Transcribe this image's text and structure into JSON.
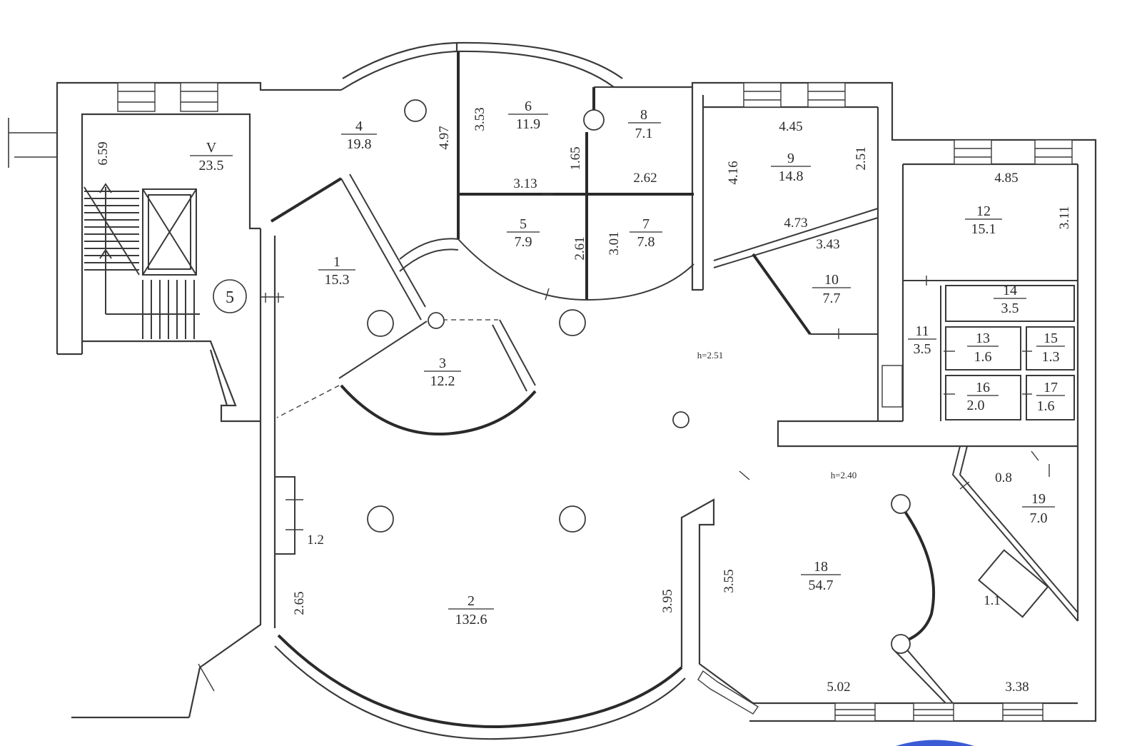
{
  "rooms": [
    {
      "id": "r1",
      "number": "1",
      "area": "15.3"
    },
    {
      "id": "r2",
      "number": "2",
      "area": "132.6"
    },
    {
      "id": "r3",
      "number": "3",
      "area": "12.2"
    },
    {
      "id": "r4",
      "number": "4",
      "area": "19.8"
    },
    {
      "id": "r5",
      "number": "5",
      "area": "7.9"
    },
    {
      "id": "r6",
      "number": "6",
      "area": "11.9"
    },
    {
      "id": "r7",
      "number": "7",
      "area": "7.8"
    },
    {
      "id": "r8",
      "number": "8",
      "area": "7.1"
    },
    {
      "id": "r9",
      "number": "9",
      "area": "14.8"
    },
    {
      "id": "r10",
      "number": "10",
      "area": "7.7"
    },
    {
      "id": "r11",
      "number": "11",
      "area": "3.5"
    },
    {
      "id": "r12",
      "number": "12",
      "area": "15.1"
    },
    {
      "id": "r13",
      "number": "13",
      "area": "1.6"
    },
    {
      "id": "r14",
      "number": "14",
      "area": "3.5"
    },
    {
      "id": "r15",
      "number": "15",
      "area": "1.3"
    },
    {
      "id": "r16",
      "number": "16",
      "area": "2.0"
    },
    {
      "id": "r17",
      "number": "17",
      "area": "1.6"
    },
    {
      "id": "r18",
      "number": "18",
      "area": "54.7"
    },
    {
      "id": "r19",
      "number": "19",
      "area": "7.0"
    },
    {
      "id": "rV",
      "number": "V",
      "area": "23.5"
    }
  ],
  "dimensions": [
    "6.59",
    "4.97",
    "3.53",
    "1.65",
    "3.13",
    "2.62",
    "4.45",
    "4.16",
    "2.51",
    "4.85",
    "3.11",
    "4.73",
    "3.43",
    "2.61",
    "3.01",
    "0.8",
    "1.2",
    "2.65",
    "3.95",
    "3.55",
    "1.1",
    "5.02",
    "3.38"
  ],
  "heights": [
    "h=2.51",
    "h=2.40"
  ],
  "stair_marker": "5"
}
